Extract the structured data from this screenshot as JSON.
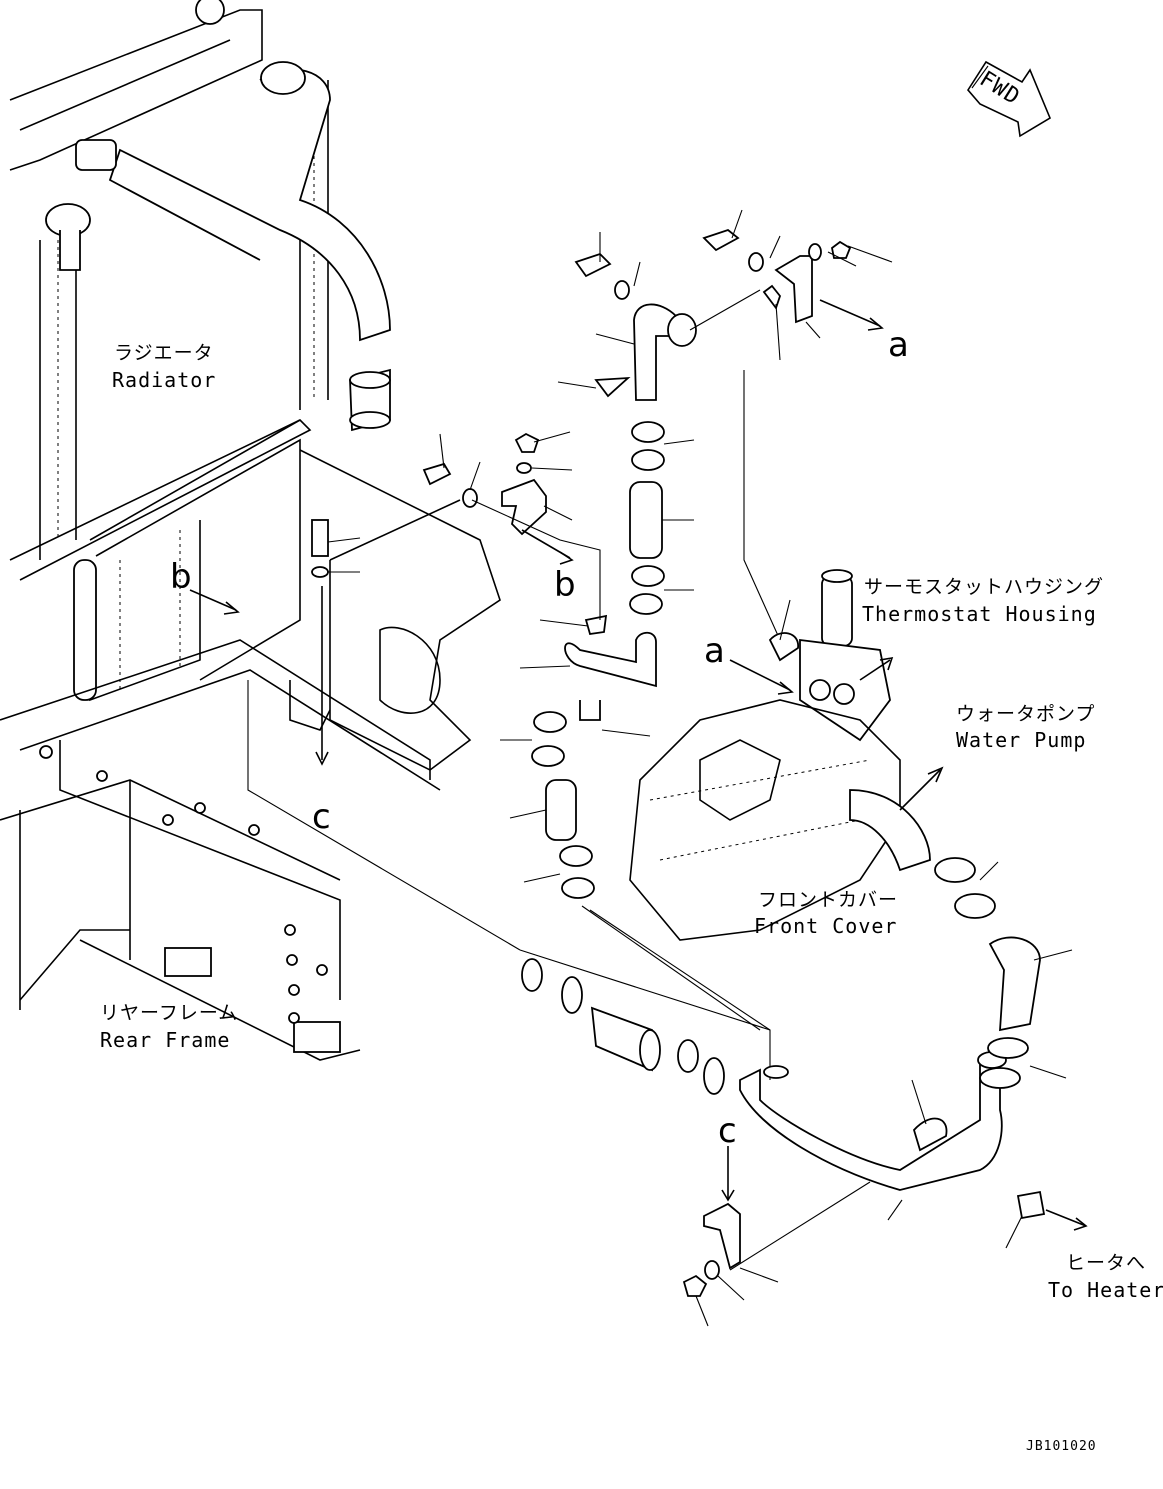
{
  "labels": {
    "fwd": "FWD",
    "radiator_jp": "ラジエータ",
    "radiator_en": "Radiator",
    "thermostat_jp": "サーモスタットハウジング",
    "thermostat_en": "Thermostat Housing",
    "water_pump_jp": "ウォータポンプ",
    "water_pump_en": "Water Pump",
    "front_cover_jp": "フロントカバー",
    "front_cover_en": "Front Cover",
    "rear_frame_jp": "リヤーフレーム",
    "rear_frame_en": "Rear Frame",
    "to_heater_jp": "ヒータへ",
    "to_heater_en": "To Heater",
    "drawing_code": "JB101020"
  },
  "refs": {
    "a_top": "a",
    "a_mid": "a",
    "b_left": "b",
    "b_mid": "b",
    "c_left": "c",
    "c_bottom": "c"
  }
}
